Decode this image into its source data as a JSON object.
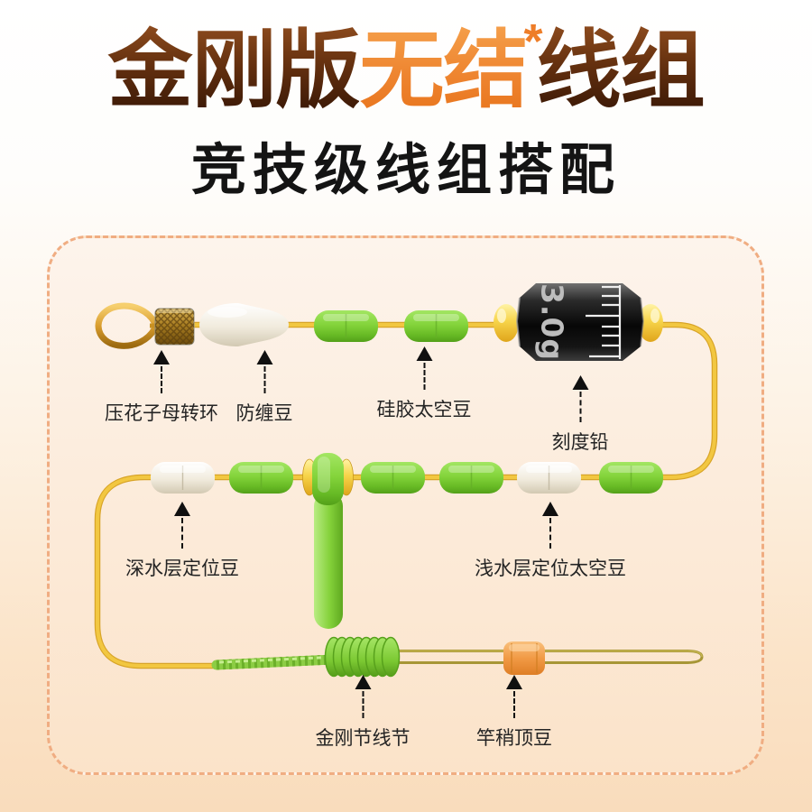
{
  "title": {
    "part1": "金刚版",
    "part2": "无结",
    "asterisk": "*",
    "part3": "线组",
    "subtitle": "竞技级线组搭配"
  },
  "rig": {
    "lead_weight_value": "3.0g",
    "components": [
      {
        "id": "swivel",
        "label": "压花子母转环"
      },
      {
        "id": "anti_tangle_bead",
        "label": "防缠豆"
      },
      {
        "id": "silicone_space_bean",
        "label": "硅胶太空豆"
      },
      {
        "id": "graduated_lead",
        "label": "刻度铅"
      },
      {
        "id": "deep_water_bead",
        "label": "深水层定位豆"
      },
      {
        "id": "shallow_water_bead",
        "label": "浅水层定位太空豆"
      },
      {
        "id": "kingkong_knot",
        "label": "金刚节线节"
      },
      {
        "id": "rod_tip_bead",
        "label": "竿稍顶豆"
      }
    ]
  },
  "colors": {
    "title_brown_top": "#8f4c1e",
    "title_brown_bottom": "#361605",
    "accent_orange": "#ee7d28",
    "card_border_dash": "#f0ad82",
    "line_yellow": "#eec13e",
    "bead_green": "#84d43b",
    "bead_white": "#f1ebdd",
    "weight_black": "#161616",
    "rod_tip_bead_orange": "#f19a45"
  }
}
